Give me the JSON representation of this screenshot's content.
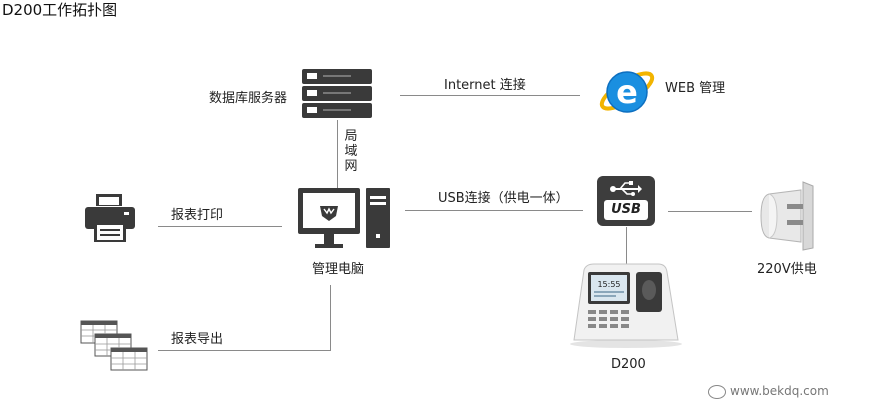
{
  "title": "D200工作拓扑图",
  "nodes": {
    "database_server": {
      "label": "数据库服务器",
      "icon": "server-rack-icon"
    },
    "web_management": {
      "label": "WEB 管理",
      "icon": "internet-explorer-icon"
    },
    "management_pc": {
      "label": "管理电脑",
      "icon": "desktop-pc-icon"
    },
    "usb": {
      "label": "USB",
      "icon": "usb-icon"
    },
    "power": {
      "label": "220V供电",
      "icon": "power-adapter-icon"
    },
    "printer": {
      "icon": "printer-icon"
    },
    "spreadsheets": {
      "icon": "spreadsheet-stack-icon"
    },
    "device": {
      "label": "D200",
      "screen_time": "15:55",
      "icon": "fingerprint-terminal-icon"
    }
  },
  "connections": {
    "internet": "Internet 连接",
    "lan": [
      "局",
      "域",
      "网"
    ],
    "usb": "USB连接（供电一体）",
    "print": "报表打印",
    "export": "报表导出"
  },
  "watermark": {
    "text": "www.bekdq.com"
  },
  "colors": {
    "line": "#8a8a8a",
    "ie_blue": "#1a8fe0",
    "ie_ring": "#f2b400",
    "dark_icon": "#3a3a3a",
    "usb_box": "#3d3d3d"
  }
}
